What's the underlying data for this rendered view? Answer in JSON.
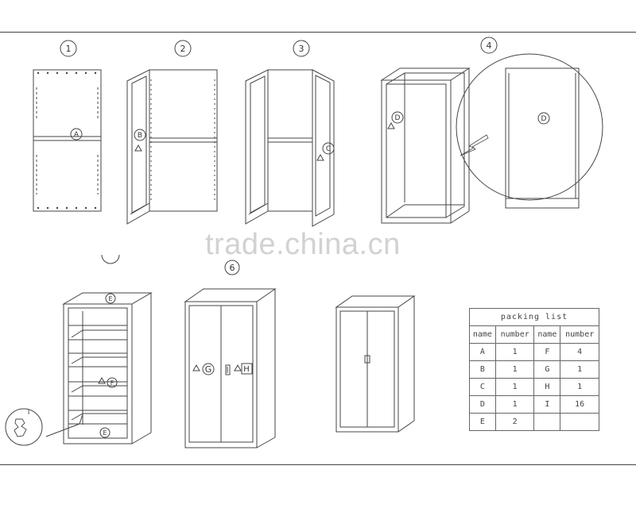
{
  "steps": {
    "s1": "1",
    "s2": "2",
    "s3": "3",
    "s4": "4",
    "s6": "6"
  },
  "parts": {
    "a": "A",
    "b": "B",
    "c": "C",
    "d": "D",
    "d_zoom": "D",
    "e_top": "E",
    "e_bottom": "E",
    "f": "F",
    "g": "G",
    "h": "H",
    "i": "I"
  },
  "watermark": "trade.china.cn",
  "packing_list": {
    "title": "packing  list",
    "headers": [
      "name",
      "number",
      "name",
      "number"
    ],
    "rows": [
      [
        "A",
        "1",
        "F",
        "4"
      ],
      [
        "B",
        "1",
        "G",
        "1"
      ],
      [
        "C",
        "1",
        "H",
        "1"
      ],
      [
        "D",
        "1",
        "I",
        "16"
      ],
      [
        "E",
        "2",
        "",
        ""
      ]
    ]
  }
}
